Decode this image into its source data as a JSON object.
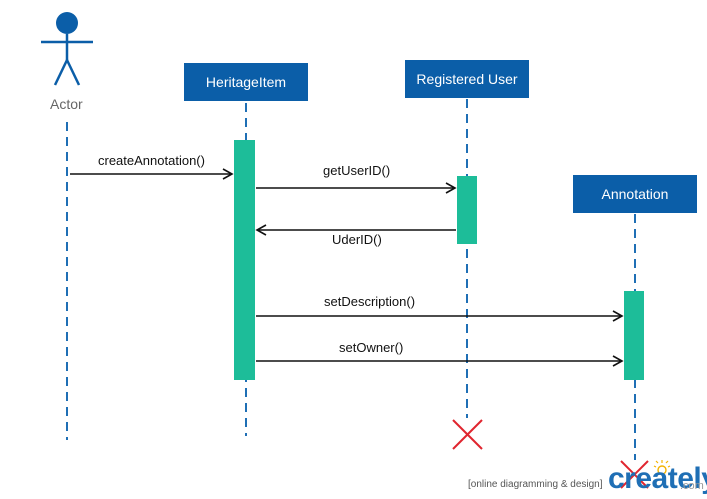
{
  "colors": {
    "lifeline_box": "#0b5ea8",
    "activation": "#1dbd99",
    "actor": "#0b5ea8",
    "dashed_line": "#1f6fb5",
    "arrow": "#111111",
    "destroy": "#e0252f",
    "brand": "#1f6fb5"
  },
  "actor": {
    "label": "Actor"
  },
  "lifelines": [
    {
      "id": "heritage-item",
      "label": "HeritageItem"
    },
    {
      "id": "registered-user",
      "label": "Registered User"
    },
    {
      "id": "annotation",
      "label": "Annotation"
    }
  ],
  "messages": [
    {
      "id": "create-annotation",
      "label": "createAnnotation()"
    },
    {
      "id": "get-user-id",
      "label": "getUserID()"
    },
    {
      "id": "uder-id",
      "label": "UderID()"
    },
    {
      "id": "set-description",
      "label": "setDescription()"
    },
    {
      "id": "set-owner",
      "label": "setOwner()"
    }
  ],
  "footer": {
    "tagline": "[online diagramming & design]",
    "brand": "creately",
    "brand_suffix": ".com"
  }
}
